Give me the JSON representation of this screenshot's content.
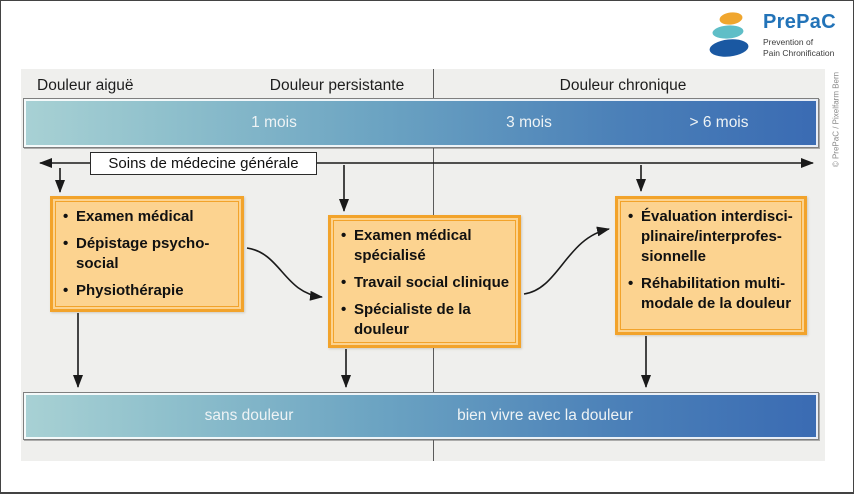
{
  "logo": {
    "wordmark": "PrePaC",
    "subtitle_line1": "Prevention of",
    "subtitle_line2": "Pain Chronification",
    "colors": {
      "stone_top": "#f0a62e",
      "stone_middle": "#5fbec7",
      "stone_bottom": "#1a58a2",
      "wordmark_blue": "#2273b8"
    }
  },
  "credit": "© PrePaC / Pixelfarm Bern",
  "phases": [
    {
      "label": "Douleur aiguë"
    },
    {
      "label": "Douleur persistante"
    },
    {
      "label": "Douleur chronique"
    }
  ],
  "timeline_bar": {
    "markers": [
      "1 mois",
      "3 mois",
      "> 6 mois"
    ],
    "gradient_start": "#a8d1d4",
    "gradient_end": "#3a6bb3"
  },
  "care_band": {
    "label": "Soins de médecine générale"
  },
  "boxes": [
    {
      "items": [
        "Examen médical",
        "Dépistage psycho-\nsocial",
        "Physiothérapie"
      ]
    },
    {
      "items": [
        "Examen médical\nspécialisé",
        "Travail social clinique",
        "Spécialiste de la\ndouleur"
      ]
    },
    {
      "items": [
        "Évaluation interdisci-\nplinaire/interprofes-\nsionnelle",
        "Réhabilitation multi-\nmodale de la douleur"
      ]
    }
  ],
  "outcome_bar": {
    "left": "sans douleur",
    "right": "bien vivre avec la douleur"
  }
}
